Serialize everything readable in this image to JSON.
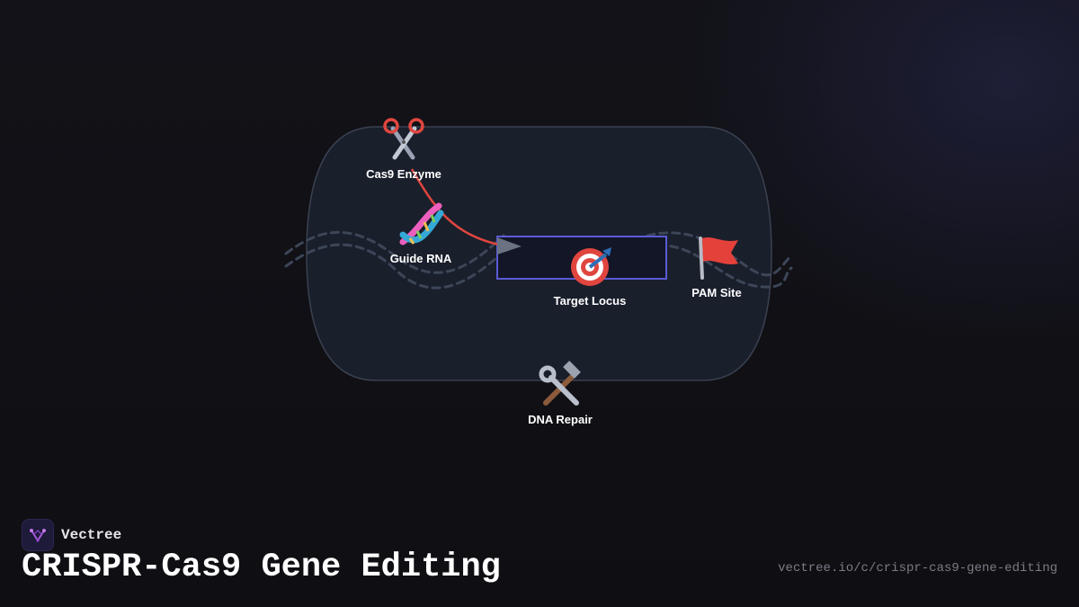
{
  "diagram": {
    "nodes": {
      "cas9": {
        "label": "Cas9 Enzyme",
        "icon": "scissors-icon"
      },
      "guide_rna": {
        "label": "Guide RNA",
        "icon": "dna-icon"
      },
      "target": {
        "label": "Target Locus",
        "icon": "target-icon"
      },
      "pam": {
        "label": "PAM Site",
        "icon": "red-flag-icon"
      },
      "repair": {
        "label": "DNA Repair",
        "icon": "hammer-wrench-icon"
      }
    },
    "edges": [
      {
        "from": "Cas9 Enzyme",
        "to": "Target Locus",
        "color": "#e0463f"
      }
    ],
    "colors": {
      "cell": "#1a1f2c",
      "cell_border": "#3a4150",
      "target_box_border": "#5b5bd6",
      "dna_strand": "#3c4658",
      "arrow_head": "#6b7282"
    }
  },
  "footer": {
    "brand": "Vectree",
    "title": "CRISPR-Cas9 Gene Editing",
    "url": "vectree.io/c/crispr-cas9-gene-editing"
  }
}
